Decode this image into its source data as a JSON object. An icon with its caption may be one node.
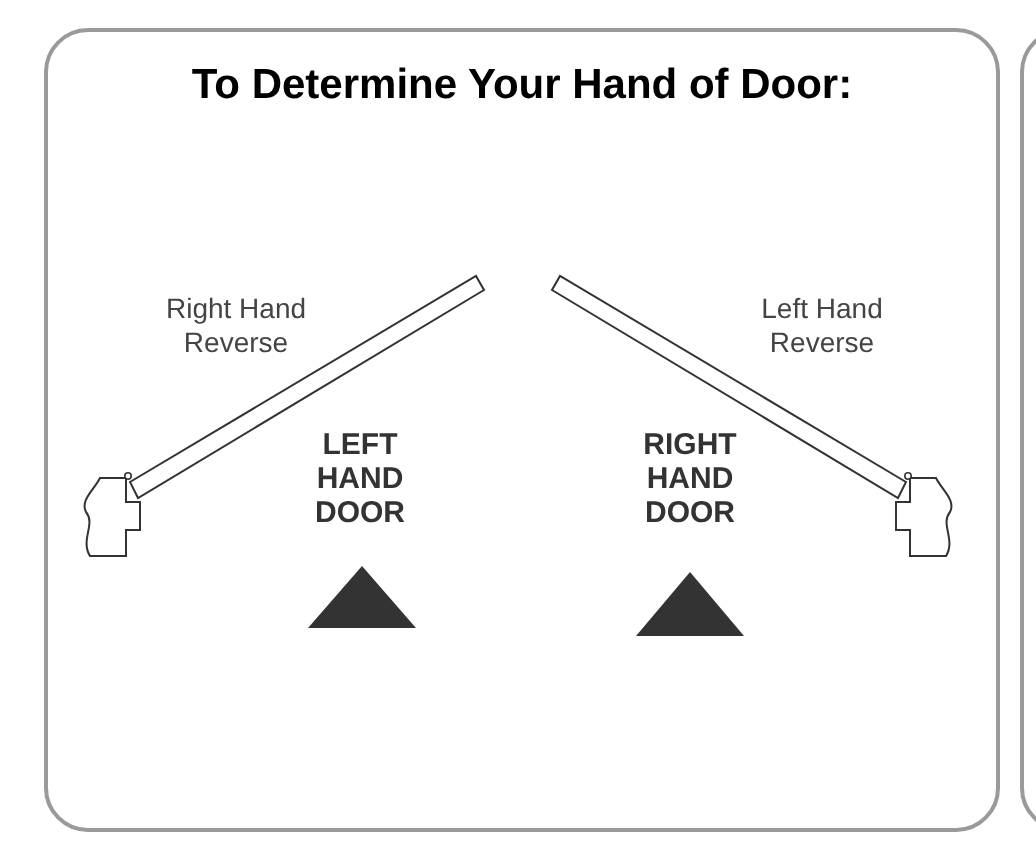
{
  "diagram": {
    "title": "To Determine Your Hand of Door:",
    "labels": [
      "Right Hand Reverse",
      "Left Hand Reverse",
      "LEFT HAND DOOR",
      "RIGHT HAND DOOR"
    ]
  }
}
